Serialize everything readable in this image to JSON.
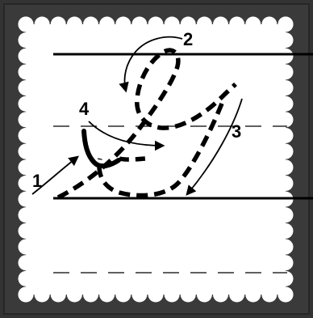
{
  "worksheet": {
    "letter": "G",
    "style": "cursive uppercase letter tracing",
    "stroke_order_labels": [
      "1",
      "2",
      "3",
      "4"
    ]
  },
  "colors": {
    "frame": "#333333",
    "frame_dark": "#262626",
    "paper": "#ffffff",
    "ink": "#000000",
    "guide_dash": "#222222"
  }
}
